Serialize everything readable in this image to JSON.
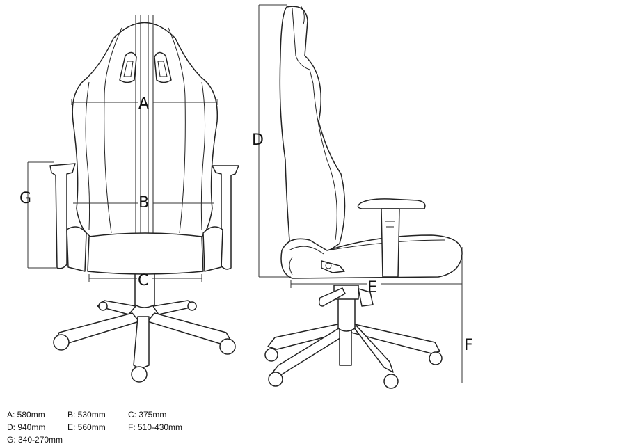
{
  "diagram": {
    "labels": {
      "a": "A",
      "b": "B",
      "c": "C",
      "d": "D",
      "e": "E",
      "f": "F",
      "g": "G"
    }
  },
  "legend": {
    "rows": [
      [
        "A: 580mm",
        "B: 530mm",
        "C: 375mm"
      ],
      [
        "D: 940mm",
        "E: 560mm",
        "F: 510-430mm"
      ],
      [
        "G: 340-270mm"
      ]
    ]
  }
}
